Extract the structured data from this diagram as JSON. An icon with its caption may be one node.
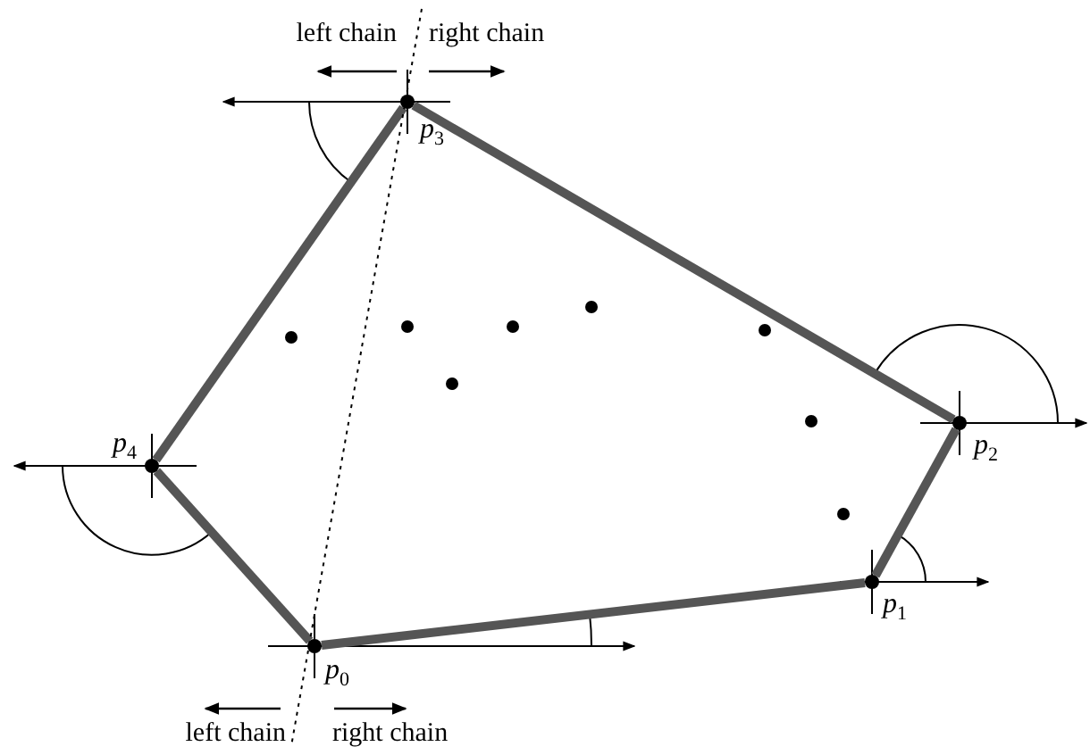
{
  "diagram": {
    "nodes": [
      {
        "text": [
          "p$_{0}$"
        ]
      },
      {
        "text": [
          "p$_{1}$"
        ]
      },
      {
        "text": [
          "p$_{2}$"
        ]
      },
      {
        "text": [
          "p$_{3}$"
        ]
      },
      {
        "text": [
          "p$_{4}$"
        ]
      }
    ],
    "edges": [
      {
        "from": 0,
        "to": 1,
        "arrow": "none"
      },
      {
        "from": 1,
        "to": 2,
        "arrow": "none"
      },
      {
        "from": 2,
        "to": 3,
        "arrow": "none"
      },
      {
        "from": 3,
        "to": 4,
        "arrow": "none"
      },
      {
        "from": 4,
        "to": 0,
        "arrow": "none"
      },
      {
        "from": 3,
        "to": 0,
        "arrow": "none",
        "style": "dashed"
      }
    ],
    "labels": [
      "left chain",
      "right chain",
      "left chain",
      "right chain"
    ]
  }
}
